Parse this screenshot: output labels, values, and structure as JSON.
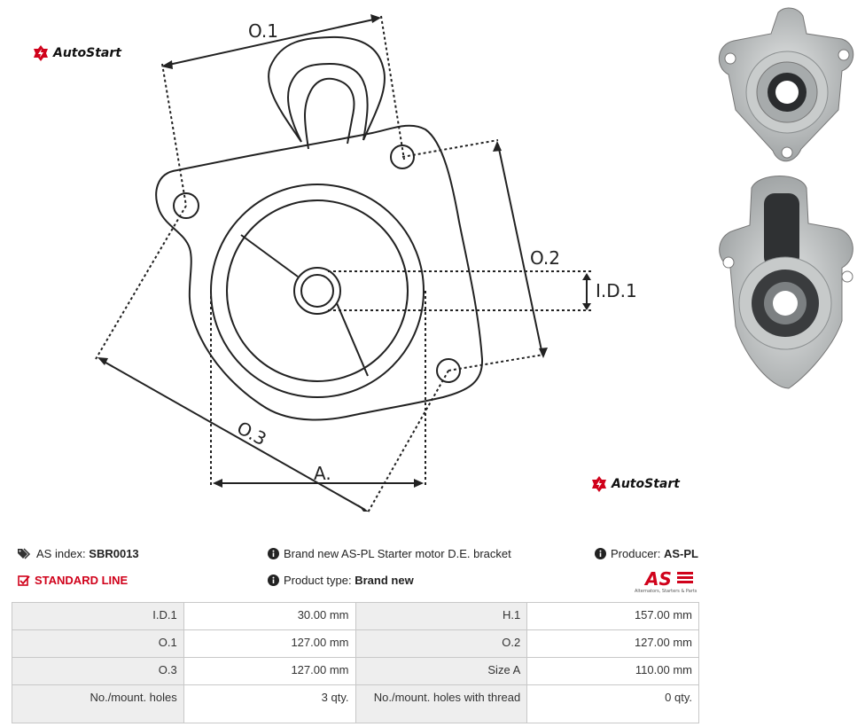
{
  "brand": {
    "name": "AutoStart"
  },
  "drawing": {
    "labels": {
      "o1": "O.1",
      "o2": "O.2",
      "o3": "O.3",
      "id1": "I.D.1",
      "a": "A."
    }
  },
  "product": {
    "as_index_label": "AS index:",
    "as_index_value": "SBR0013",
    "line": "STANDARD LINE",
    "description": "Brand new AS-PL Starter motor D.E. bracket",
    "product_type_label": "Product type:",
    "product_type_value": "Brand new",
    "producer_label": "Producer:",
    "producer_value": "AS-PL",
    "logo_tagline": "Alternators, Starters & Parts"
  },
  "specs": [
    [
      "I.D.1",
      "30.00 mm",
      "H.1",
      "157.00 mm"
    ],
    [
      "O.1",
      "127.00 mm",
      "O.2",
      "127.00 mm"
    ],
    [
      "O.3",
      "127.00 mm",
      "Size A",
      "110.00 mm"
    ],
    [
      "No./mount. holes",
      "3 qty.",
      "No./mount. holes with thread",
      "0 qty."
    ]
  ],
  "colors": {
    "accent_red": "#d0021b",
    "label_bg": "#eeeeee"
  },
  "icons": [
    "autostart-logo-icon",
    "tag-icon",
    "checkbox-icon",
    "info-icon",
    "as-pl-logo"
  ]
}
